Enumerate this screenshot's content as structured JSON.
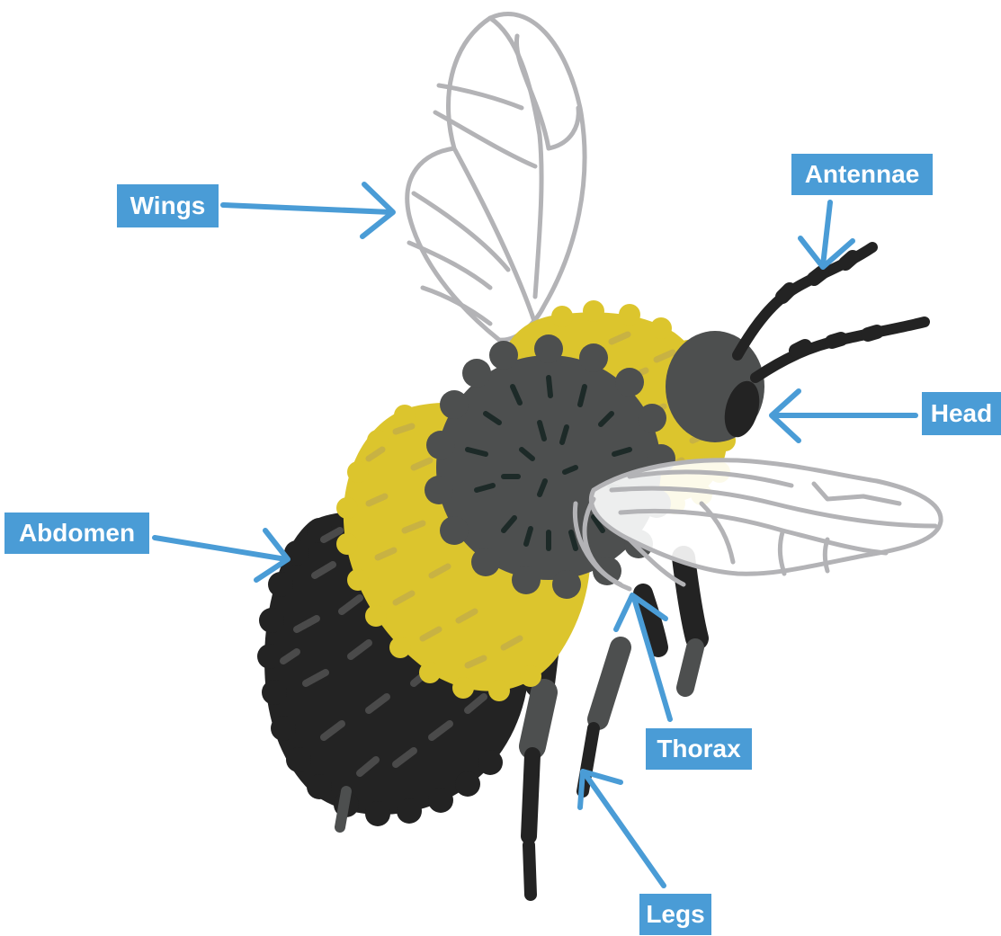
{
  "diagram": {
    "labels": {
      "wings": "Wings",
      "antennae": "Antennae",
      "head": "Head",
      "abdomen": "Abdomen",
      "thorax": "Thorax",
      "legs": "Legs"
    },
    "colors": {
      "accent": "#4a9cd6",
      "yellow": "#dcc52d",
      "yellow_dash": "#c8b243",
      "dark_gray": "#4d4f4f",
      "black": "#232323",
      "stripe": "#4a4a4a",
      "wing_outline": "#b3b3b6",
      "seam": "#1d2a28"
    }
  }
}
